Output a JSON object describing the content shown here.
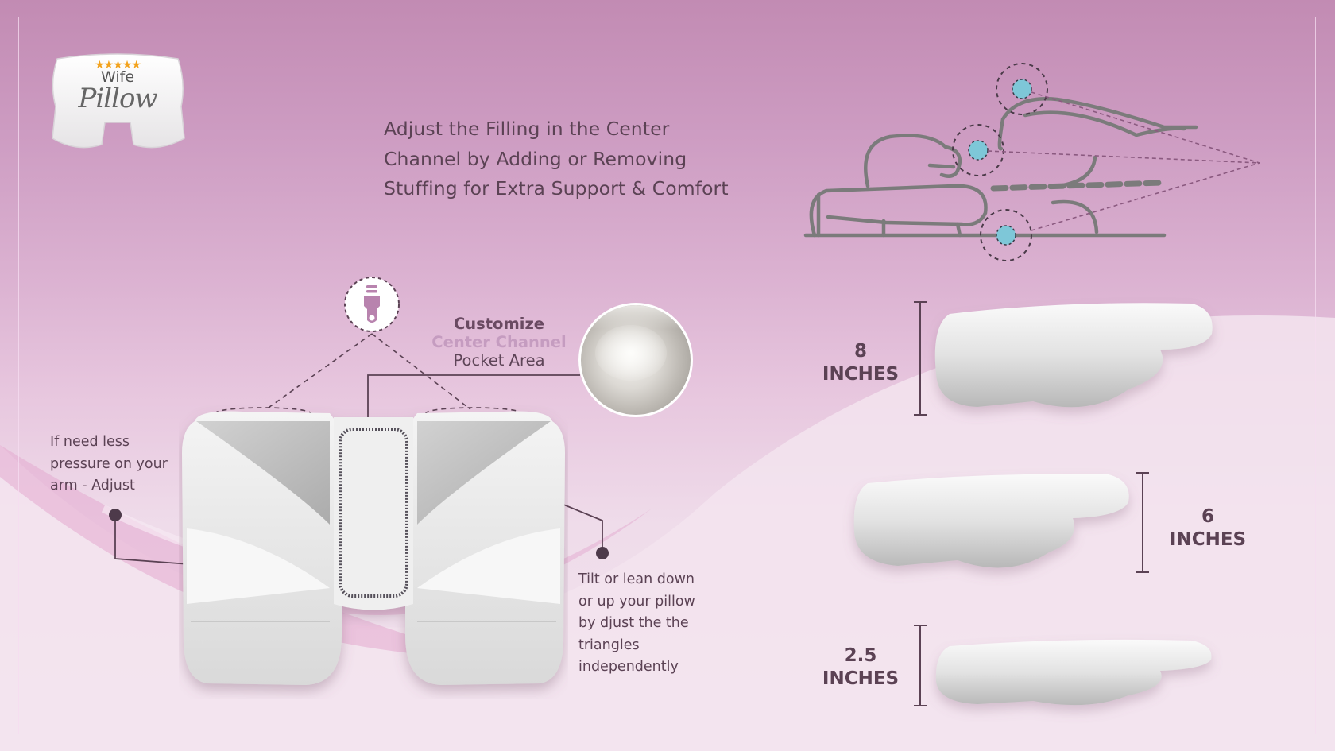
{
  "logo": {
    "stars": "★★★★★",
    "line1": "Wife",
    "line2": "Pillow"
  },
  "headline": {
    "lines": [
      "Adjust the Filling in the Center",
      "Channel by Adding or Removing",
      "Stuffing for Extra Support & Comfort"
    ]
  },
  "callout": {
    "line1": "Customize",
    "line2": "Center Channel",
    "line3": "Pocket Area"
  },
  "notes": {
    "left": [
      "If need less",
      "pressure on your",
      "arm - Adjust"
    ],
    "right": [
      "Tilt or lean down",
      "or up your pillow",
      "by djust the the",
      "triangles",
      "independently"
    ]
  },
  "measurements": [
    {
      "value": "8",
      "unit": "INCHES"
    },
    {
      "value": "6",
      "unit": "INCHES"
    },
    {
      "value": "2.5",
      "unit": "INCHES"
    }
  ],
  "icons": {
    "zipper": "zipper-icon",
    "fiber": "fiber-filling-closeup",
    "diagram": "sleeping-posture-diagram"
  },
  "colors": {
    "text_dark": "#5b4254",
    "accent_pink": "#c59cc0",
    "pressure_point": "#7ec7d8",
    "line_gray": "#7a7a7a"
  }
}
